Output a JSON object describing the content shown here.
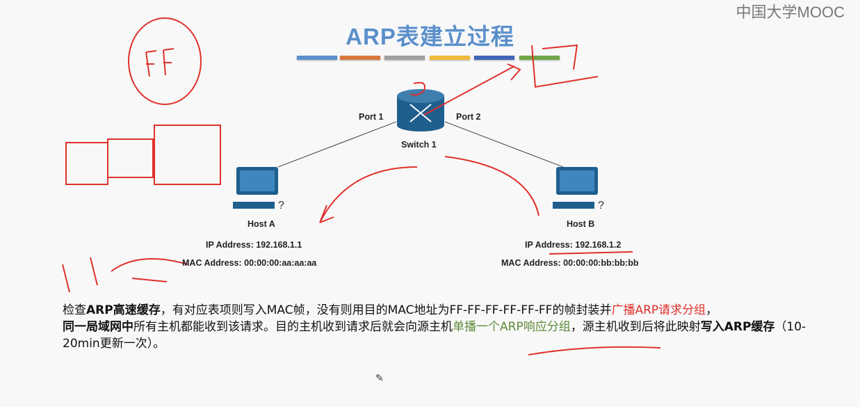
{
  "logo": "中国大学MOOC",
  "title": "ARP表建立过程",
  "bar_colors": [
    "#5b8fcb",
    "#d9773c",
    "#a0a0a0",
    "#efb93a",
    "#4066b6",
    "#6ea548"
  ],
  "switch": {
    "label": "Switch 1",
    "port1": "Port 1",
    "port2": "Port 2"
  },
  "host_a": {
    "name": "Host A",
    "ip": "IP Address: 192.168.1.1",
    "mac": "MAC Address: 00:00:00:aa:aa:aa"
  },
  "host_b": {
    "name": "Host B",
    "ip": "IP Address: 192.168.1.2",
    "mac": "MAC Address: 00:00:00:bb:bb:bb"
  },
  "paragraph": {
    "p1": "检查",
    "p2": "ARP高速缓存",
    "p3": "，有对应表项则写入MAC帧，没有则用目的MAC地址为FF-FF-FF-FF-FF-FF的帧封装并",
    "p4": "广播ARP请求分组",
    "p5": "，",
    "p6": "同一局域网中",
    "p7": "所有主机都能收到该请求。目的主机收到请求后就会向源主机",
    "p8": "单播一个ARP响应分组",
    "p9": "，源主机收到后将此映射",
    "p10": "写入ARP缓存",
    "p11": "（10-20min更新一次）。"
  },
  "annotation_color": "#e0302a"
}
